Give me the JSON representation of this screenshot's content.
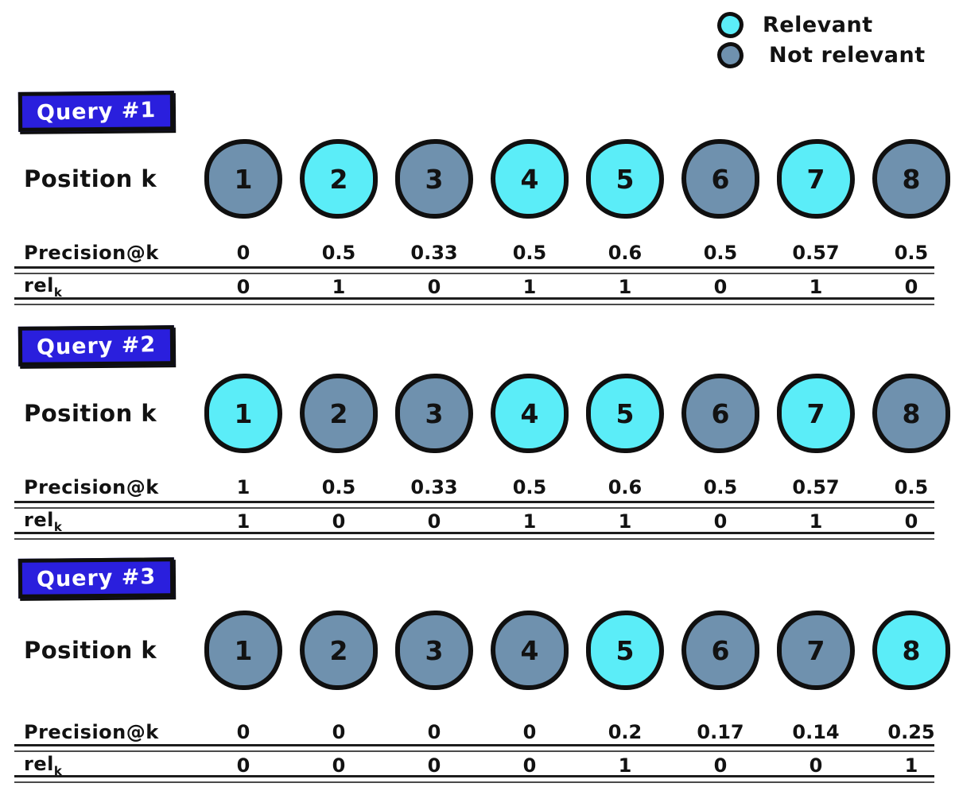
{
  "legend": {
    "items": [
      {
        "label": "Relevant",
        "color": "#5BEDF8"
      },
      {
        "label": "Not relevant",
        "color": "#6F91AE"
      }
    ]
  },
  "colors": {
    "relevant": "#5BEDF8",
    "not_relevant": "#6F91AE",
    "query_box": "#2A1FDD",
    "ink": "#121212"
  },
  "labels": {
    "position": "Position k",
    "precision": "Precision@k",
    "rel": "rel",
    "rel_sub": "k"
  },
  "sections": [
    {
      "title": "Query #1",
      "circles": [
        {
          "n": "1",
          "relevant": false
        },
        {
          "n": "2",
          "relevant": true
        },
        {
          "n": "3",
          "relevant": false
        },
        {
          "n": "4",
          "relevant": true
        },
        {
          "n": "5",
          "relevant": true
        },
        {
          "n": "6",
          "relevant": false
        },
        {
          "n": "7",
          "relevant": true
        },
        {
          "n": "8",
          "relevant": false
        }
      ],
      "precision": [
        "0",
        "0.5",
        "0.33",
        "0.5",
        "0.6",
        "0.5",
        "0.57",
        "0.5"
      ],
      "rel": [
        "0",
        "1",
        "0",
        "1",
        "1",
        "0",
        "1",
        "0"
      ]
    },
    {
      "title": "Query #2",
      "circles": [
        {
          "n": "1",
          "relevant": true
        },
        {
          "n": "2",
          "relevant": false
        },
        {
          "n": "3",
          "relevant": false
        },
        {
          "n": "4",
          "relevant": true
        },
        {
          "n": "5",
          "relevant": true
        },
        {
          "n": "6",
          "relevant": false
        },
        {
          "n": "7",
          "relevant": true
        },
        {
          "n": "8",
          "relevant": false
        }
      ],
      "precision": [
        "1",
        "0.5",
        "0.33",
        "0.5",
        "0.6",
        "0.5",
        "0.57",
        "0.5"
      ],
      "rel": [
        "1",
        "0",
        "0",
        "1",
        "1",
        "0",
        "1",
        "0"
      ]
    },
    {
      "title": "Query #3",
      "circles": [
        {
          "n": "1",
          "relevant": false
        },
        {
          "n": "2",
          "relevant": false
        },
        {
          "n": "3",
          "relevant": false
        },
        {
          "n": "4",
          "relevant": false
        },
        {
          "n": "5",
          "relevant": true
        },
        {
          "n": "6",
          "relevant": false
        },
        {
          "n": "7",
          "relevant": false
        },
        {
          "n": "8",
          "relevant": true
        }
      ],
      "precision": [
        "0",
        "0",
        "0",
        "0",
        "0.2",
        "0.17",
        "0.14",
        "0.25"
      ],
      "rel": [
        "0",
        "0",
        "0",
        "0",
        "1",
        "0",
        "0",
        "1"
      ]
    }
  ]
}
